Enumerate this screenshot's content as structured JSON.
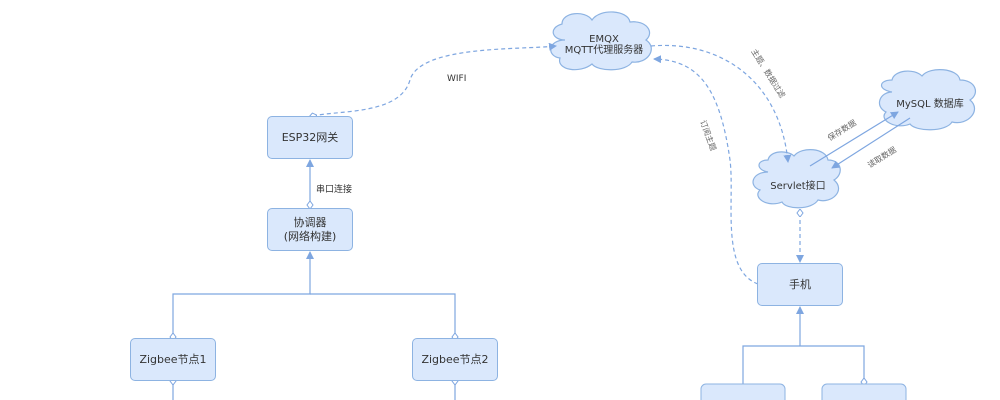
{
  "nodes": {
    "esp32": "ESP32网关",
    "coordinator_line1": "协调器",
    "coordinator_line2": "(网络构建)",
    "zigbee1": "Zigbee节点1",
    "zigbee2": "Zigbee节点2",
    "phone": "手机",
    "servlet": "Servlet接口",
    "mysql": "MySQL 数据库",
    "emqx_line1": "EMQX",
    "emqx_line2": "MQTT代理服务器"
  },
  "edge_labels": {
    "wifi": "WIFI",
    "serial": "串口连接",
    "topic_filter": "主题、数据过滤",
    "subscribe": "订阅主题",
    "save": "保存数据",
    "read": "读取数据"
  },
  "colors": {
    "node_fill": "#dae8fc",
    "node_stroke": "#8db3e2",
    "edge": "#7ea6e0"
  }
}
